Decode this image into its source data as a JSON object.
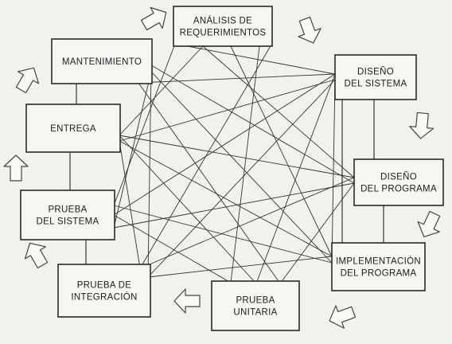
{
  "phases": [
    {
      "id": "analisis",
      "lines": [
        "ANÁLISIS DE",
        "REQUERIMIENTOS"
      ]
    },
    {
      "id": "diseno-sistema",
      "lines": [
        "DISEÑO",
        "DEL SISTEMA"
      ]
    },
    {
      "id": "diseno-programa",
      "lines": [
        "DISEÑO",
        "DEL PROGRAMA"
      ]
    },
    {
      "id": "implementacion",
      "lines": [
        "IMPLEMENTACIÓN",
        "DEL PROGRAMA"
      ]
    },
    {
      "id": "prueba-unitaria",
      "lines": [
        "PRUEBA",
        "UNITARIA"
      ]
    },
    {
      "id": "prueba-integracion",
      "lines": [
        "PRUEBA DE",
        "INTEGRACIÓN"
      ]
    },
    {
      "id": "prueba-sistema",
      "lines": [
        "PRUEBA",
        "DEL SISTEMA"
      ]
    },
    {
      "id": "entrega",
      "lines": [
        "ENTREGA"
      ]
    },
    {
      "id": "mantenimiento",
      "lines": [
        "MANTENIMIENTO"
      ]
    }
  ]
}
